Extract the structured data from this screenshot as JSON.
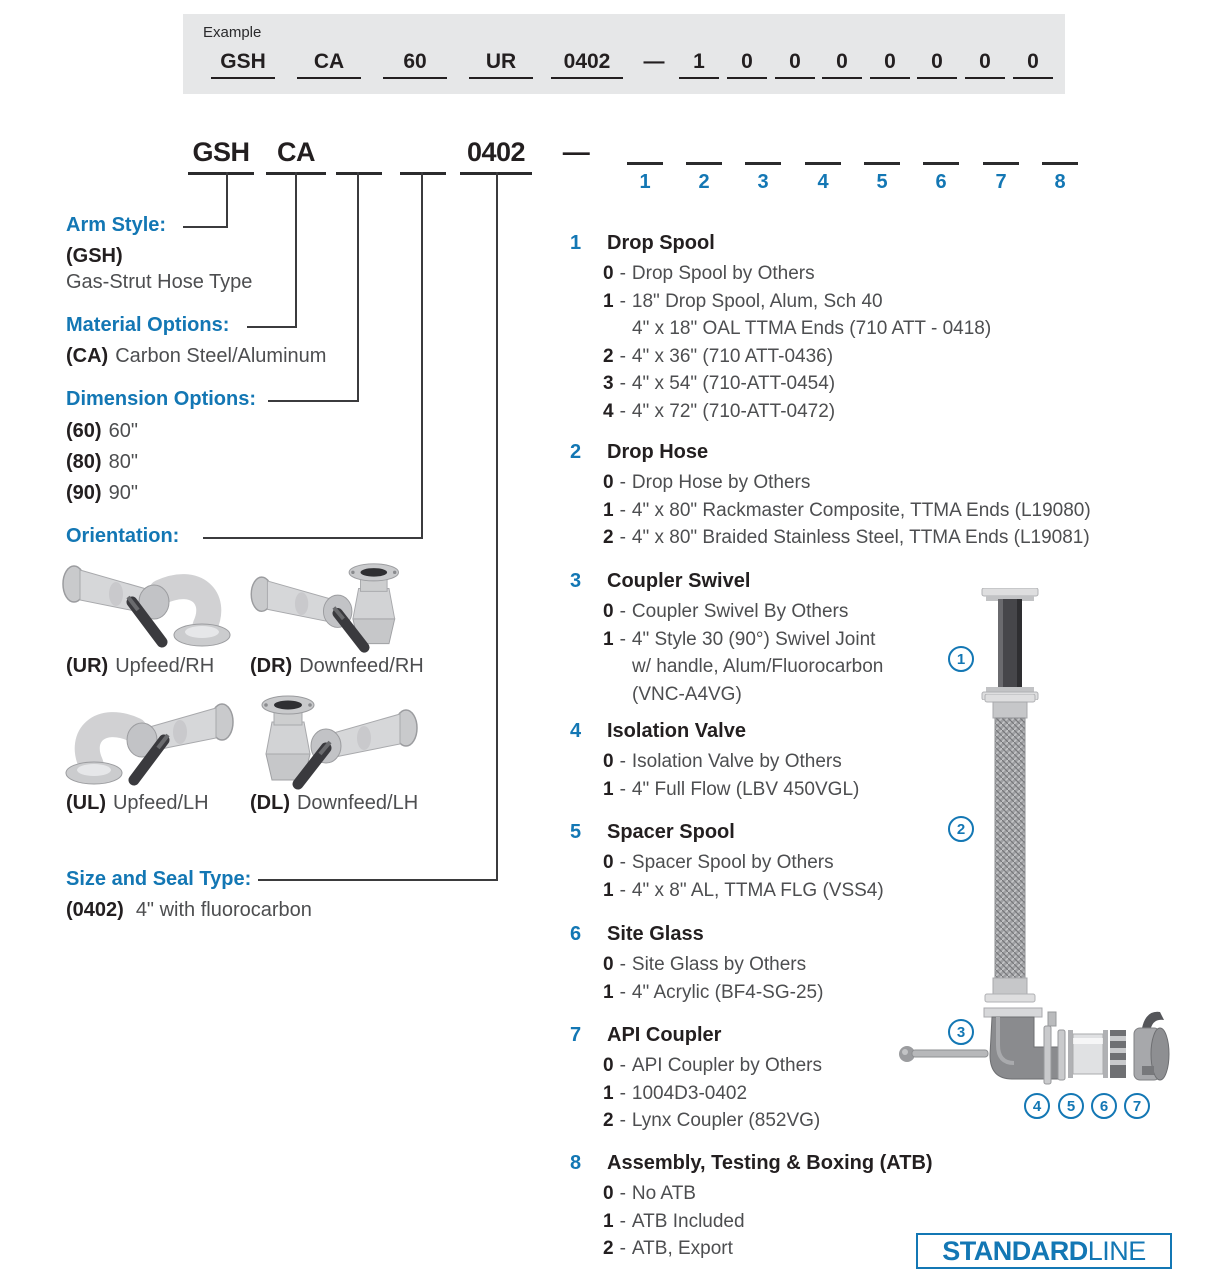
{
  "example": {
    "label": "Example",
    "values": [
      "GSH",
      "CA",
      "60",
      "UR",
      "0402",
      "—",
      "1",
      "0",
      "0",
      "0",
      "0",
      "0",
      "0",
      "0"
    ]
  },
  "code_row": {
    "segments": [
      "GSH",
      "CA",
      "",
      "",
      "0402"
    ],
    "dash": "—",
    "position_labels": [
      "1",
      "2",
      "3",
      "4",
      "5",
      "6",
      "7",
      "8"
    ]
  },
  "opt_sep": "-",
  "left": {
    "arm": {
      "heading": "Arm Style:",
      "code": "(GSH)",
      "desc": "Gas-Strut Hose Type"
    },
    "material": {
      "heading": "Material Options:",
      "code": "(CA)",
      "desc": "Carbon Steel/Aluminum"
    },
    "dimension": {
      "heading": "Dimension Options:",
      "items": [
        {
          "code": "(60)",
          "desc": "60\""
        },
        {
          "code": "(80)",
          "desc": "80\""
        },
        {
          "code": "(90)",
          "desc": "90\""
        }
      ]
    },
    "orientation": {
      "heading": "Orientation:",
      "variants": [
        {
          "code": "(UR)",
          "desc": "Upfeed/RH"
        },
        {
          "code": "(DR)",
          "desc": "Downfeed/RH"
        },
        {
          "code": "(UL)",
          "desc": "Upfeed/LH"
        },
        {
          "code": "(DL)",
          "desc": "Downfeed/LH"
        }
      ]
    },
    "size_seal": {
      "heading": "Size and Seal Type:",
      "code": "(0402)",
      "desc": "4\" with fluorocarbon"
    }
  },
  "sections": [
    {
      "num": "1",
      "title": "Drop Spool",
      "options": [
        {
          "v": "0",
          "t": "Drop Spool by Others"
        },
        {
          "v": "1",
          "t": "18\" Drop Spool, Alum, Sch 40"
        },
        {
          "v": "",
          "t": "4\" x 18\" OAL TTMA Ends (710 ATT - 0418)"
        },
        {
          "v": "2",
          "t": "4\" x 36\" (710 ATT-0436)"
        },
        {
          "v": "3",
          "t": "4\" x 54\" (710-ATT-0454)"
        },
        {
          "v": "4",
          "t": "4\" x 72\" (710-ATT-0472)"
        }
      ]
    },
    {
      "num": "2",
      "title": "Drop Hose",
      "options": [
        {
          "v": "0",
          "t": "Drop Hose by Others"
        },
        {
          "v": "1",
          "t": "4\" x 80\" Rackmaster Composite, TTMA Ends (L19080)"
        },
        {
          "v": "2",
          "t": "4\" x 80\" Braided Stainless Steel, TTMA Ends (L19081)"
        }
      ]
    },
    {
      "num": "3",
      "title": "Coupler Swivel",
      "options": [
        {
          "v": "0",
          "t": "Coupler Swivel By Others"
        },
        {
          "v": "1",
          "t": "4\" Style 30 (90°) Swivel Joint"
        },
        {
          "v": "",
          "t": "w/ handle, Alum/Fluorocarbon"
        },
        {
          "v": "",
          "t": "(VNC-A4VG)"
        }
      ]
    },
    {
      "num": "4",
      "title": "Isolation Valve",
      "options": [
        {
          "v": "0",
          "t": "Isolation Valve by Others"
        },
        {
          "v": "1",
          "t": "4\" Full Flow (LBV 450VGL)"
        }
      ]
    },
    {
      "num": "5",
      "title": "Spacer Spool",
      "options": [
        {
          "v": "0",
          "t": "Spacer Spool by Others"
        },
        {
          "v": "1",
          "t": "4\" x 8\" AL, TTMA FLG (VSS4)"
        }
      ]
    },
    {
      "num": "6",
      "title": "Site Glass",
      "options": [
        {
          "v": "0",
          "t": "Site Glass by Others"
        },
        {
          "v": "1",
          "t": "4\" Acrylic (BF4-SG-25)"
        }
      ]
    },
    {
      "num": "7",
      "title": "API Coupler",
      "options": [
        {
          "v": "0",
          "t": "API Coupler by Others"
        },
        {
          "v": "1",
          "t": "1004D3-0402"
        },
        {
          "v": "2",
          "t": "Lynx Coupler (852VG)"
        }
      ]
    },
    {
      "num": "8",
      "title": "Assembly, Testing & Boxing (ATB)",
      "options": [
        {
          "v": "0",
          "t": "No ATB"
        },
        {
          "v": "1",
          "t": "ATB Included"
        },
        {
          "v": "2",
          "t": "ATB, Export"
        }
      ]
    }
  ],
  "callouts": [
    "1",
    "2",
    "3",
    "4",
    "5",
    "6",
    "7"
  ],
  "logo": {
    "bold": "STANDARD",
    "light": "LINE"
  },
  "colors": {
    "accent": "#1377b4",
    "text_dark": "#231f20",
    "text_gray": "#4d4e50",
    "example_bg": "#e6e7e8"
  }
}
